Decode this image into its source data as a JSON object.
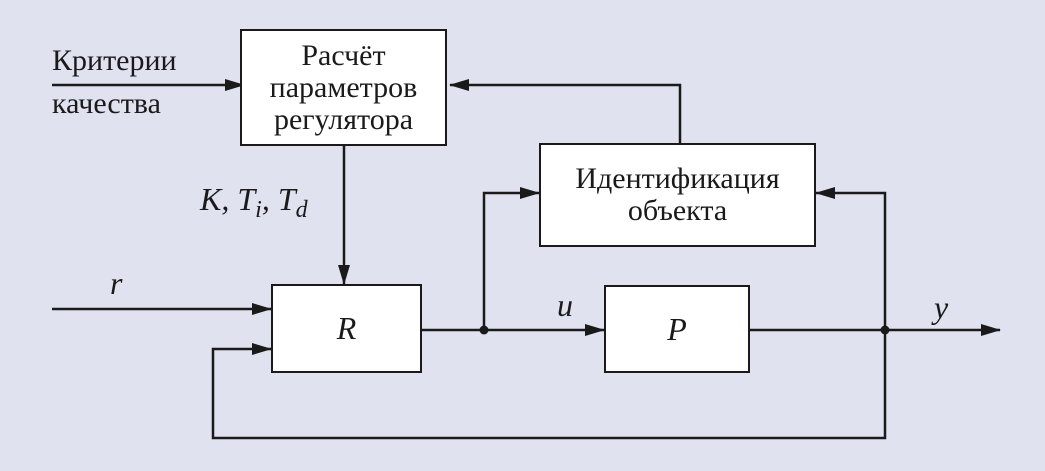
{
  "blocks": {
    "tuning": {
      "lines": [
        "Расчёт",
        "параметров",
        "регулятора"
      ]
    },
    "identification": {
      "lines": [
        "Идентификация",
        "объекта"
      ]
    },
    "controller": {
      "label": "R"
    },
    "plant": {
      "label": "P"
    }
  },
  "inputs": {
    "criteria": {
      "lines": [
        "Критерии",
        "качества"
      ]
    },
    "reference": "r"
  },
  "signals": {
    "params": {
      "k": "K,",
      "ti_base": "T",
      "ti_sub": "i",
      "sep": ",",
      "td_base": "T",
      "td_sub": "d"
    },
    "control": "u",
    "output": "y"
  },
  "colors": {
    "background": "#e0e2ef",
    "line": "#1a1a1a",
    "block_fill": "#ffffff"
  }
}
